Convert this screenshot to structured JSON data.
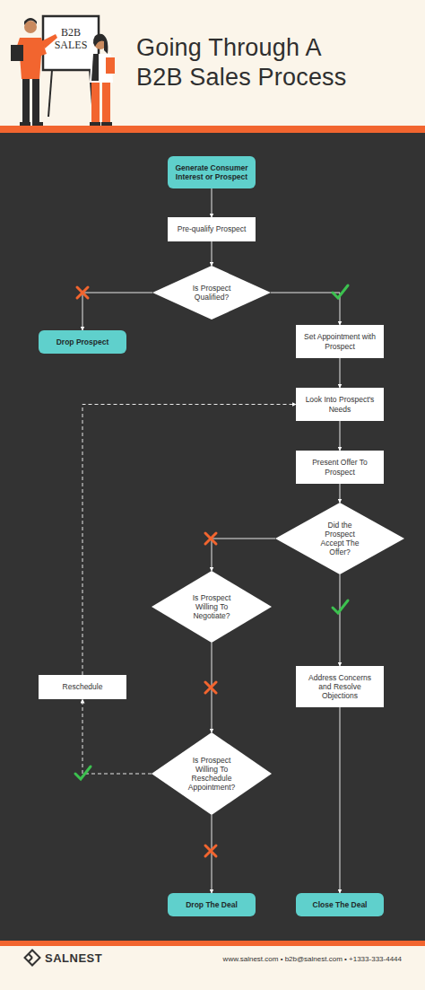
{
  "diagram": {
    "title": "Going Through A B2B Sales Process",
    "nodes": [
      {
        "text": [
          "Generate Consumer Interest or Prospect"
        ]
      },
      {
        "text": [
          "Pre-qualify Prospect"
        ]
      },
      {
        "text": [
          "Is Prospect Qualified?"
        ]
      },
      {
        "text": [
          "Drop Prospect"
        ]
      },
      {
        "text": [
          "Set Appointment with Prospect"
        ]
      },
      {
        "text": [
          "Look Into Prospect's Needs"
        ]
      },
      {
        "text": [
          "Present Offer To Prospect"
        ]
      },
      {
        "text": [
          "Did the Prospect Accept The Offer?"
        ]
      },
      {
        "text": [
          "Is Prospect Willing To Negotiate?"
        ]
      },
      {
        "text": [
          "Reschedule"
        ]
      },
      {
        "text": [
          "Address Concerns and Resolve Objections"
        ]
      },
      {
        "text": [
          "Is Prospect Willing To Reschedule Appointment?"
        ]
      },
      {
        "text": [
          "Drop The Deal"
        ]
      },
      {
        "text": [
          "Close The Deal"
        ]
      }
    ],
    "edges": [
      {
        "from": 0,
        "to": 1,
        "arrow": "to"
      },
      {
        "from": 1,
        "to": 2,
        "arrow": "to"
      },
      {
        "from": 2,
        "to": 3,
        "arrow": "to"
      },
      {
        "from": 2,
        "to": 4,
        "arrow": "to"
      },
      {
        "from": 4,
        "to": 5,
        "arrow": "to"
      },
      {
        "from": 5,
        "to": 6,
        "arrow": "to"
      },
      {
        "from": 6,
        "to": 7,
        "arrow": "to"
      },
      {
        "from": 7,
        "to": 8,
        "arrow": "to"
      },
      {
        "from": 7,
        "to": 10,
        "arrow": "to"
      },
      {
        "from": 8,
        "to": 11,
        "arrow": "to"
      },
      {
        "from": 11,
        "to": 9,
        "arrow": "to"
      },
      {
        "from": 9,
        "to": 5,
        "arrow": "to"
      },
      {
        "from": 11,
        "to": 12,
        "arrow": "to"
      },
      {
        "from": 10,
        "to": 13,
        "arrow": "to"
      }
    ],
    "labels": [
      "B2B SALES",
      "SALNEST",
      "www.salnest.com • b2b@salnest.com • +1333-333-4444"
    ]
  }
}
